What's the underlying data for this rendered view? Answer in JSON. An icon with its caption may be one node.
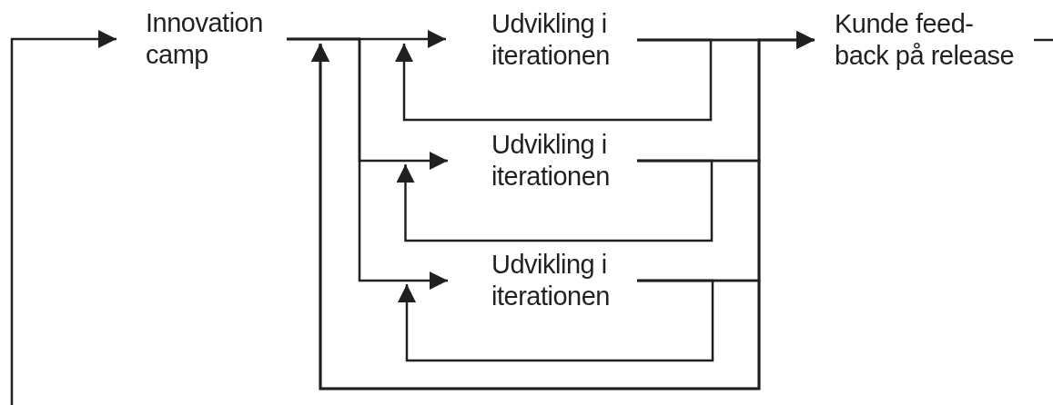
{
  "diagram": {
    "nodes": [
      {
        "text": [
          "Innovation camp"
        ]
      },
      {
        "text": [
          "Udvikling i iterationen"
        ]
      },
      {
        "text": [
          "Udvikling i iterationen"
        ]
      },
      {
        "text": [
          "Udvikling i iterationen"
        ]
      },
      {
        "text": [
          "Kunde feed- back på release"
        ]
      }
    ],
    "edges": [
      {
        "from": null,
        "to": 0,
        "arrow": "to"
      },
      {
        "from": 0,
        "to": 1,
        "arrow": "to"
      },
      {
        "from": 0,
        "to": 2,
        "arrow": "to"
      },
      {
        "from": 0,
        "to": 3,
        "arrow": "to"
      },
      {
        "from": 1,
        "to": 1,
        "arrow": "to"
      },
      {
        "from": 2,
        "to": 2,
        "arrow": "to"
      },
      {
        "from": 3,
        "to": 3,
        "arrow": "to"
      },
      {
        "from": 1,
        "to": 4,
        "arrow": "to"
      },
      {
        "from": 2,
        "to": 4,
        "arrow": "to"
      },
      {
        "from": 3,
        "to": 4,
        "arrow": "to"
      },
      {
        "from": 1,
        "to": 0,
        "arrow": "to"
      },
      {
        "from": 2,
        "to": 0,
        "arrow": "to"
      },
      {
        "from": 3,
        "to": 0,
        "arrow": "to"
      },
      {
        "from": 4,
        "to": null,
        "arrow": "none"
      }
    ]
  }
}
